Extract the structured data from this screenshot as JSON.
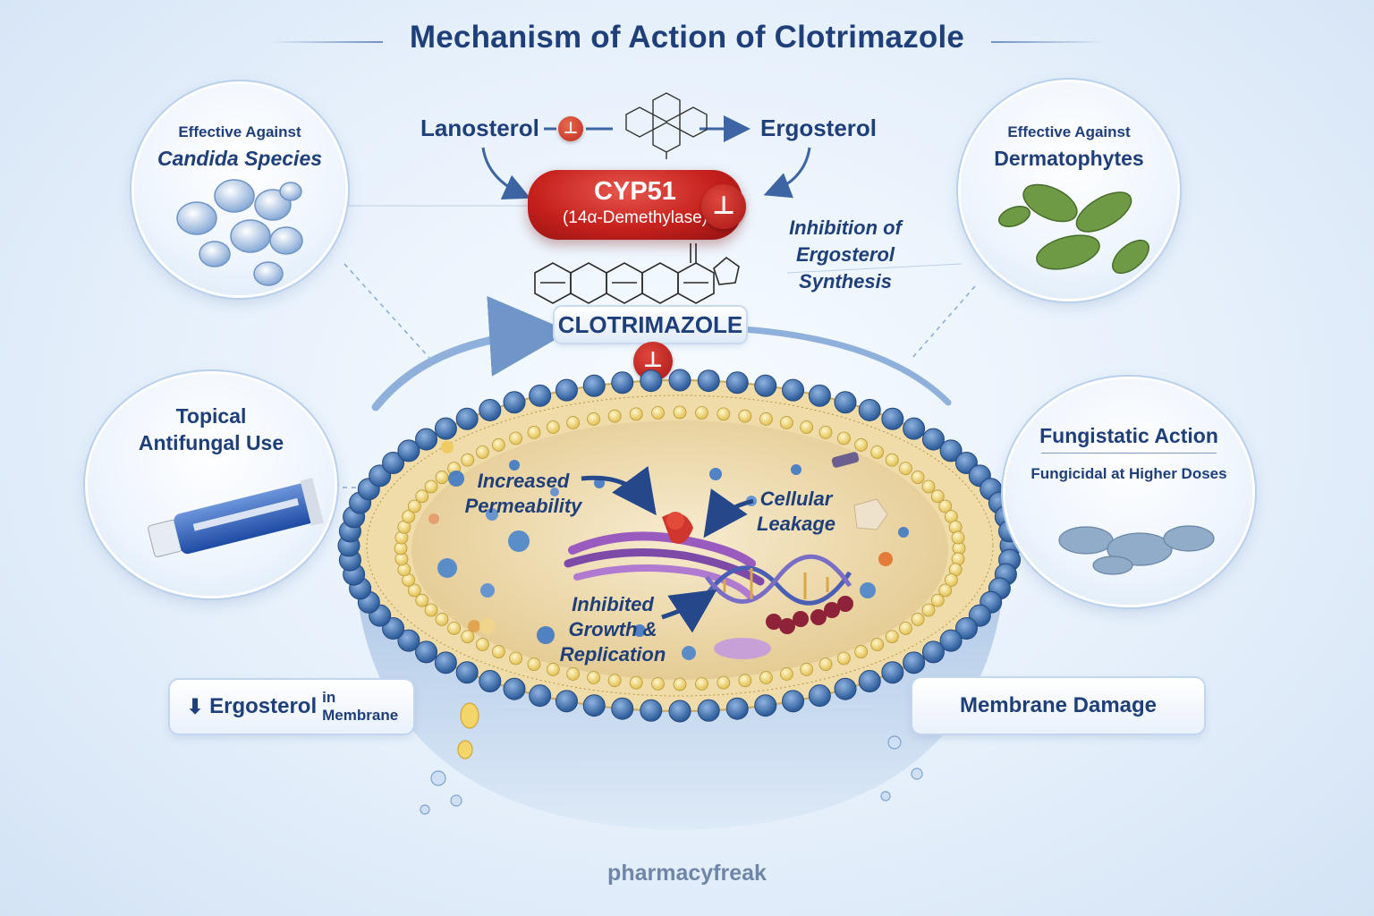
{
  "title": "Mechanism of Action of Clotrimazole",
  "pathway": {
    "substrate": "Lanosterol",
    "product": "Ergosterol",
    "inhibit_symbol": "⊥"
  },
  "enzyme": {
    "name": "CYP51",
    "subname": "(14α-Demethylase)"
  },
  "inhibition_label": {
    "line1": "Inhibition of",
    "line2": "Ergosterol Synthesis"
  },
  "drug": "CLOTRIMAZOLE",
  "circles": {
    "candida": {
      "line1": "Effective Against",
      "line2": "Candida Species"
    },
    "dermatophytes": {
      "line1": "Effective Against",
      "line2": "Dermatophytes"
    },
    "topical": {
      "line1": "Topical",
      "line2": "Antifungal Use"
    },
    "fungistatic": {
      "line1": "Fungistatic Action",
      "line2": "Fungicidal at Higher Doses"
    }
  },
  "cell_labels": {
    "permeability": {
      "line1": "Increased",
      "line2": "Permeability"
    },
    "leakage": {
      "line1": "Cellular",
      "line2": "Leakage"
    },
    "growth": {
      "line1": "Inhibited",
      "line2": "Growth &",
      "line3": "Replication"
    }
  },
  "bottom": {
    "left_arrow": "⬇",
    "left_bold": "Ergosterol",
    "left_small": "in Membrane",
    "right": "Membrane Damage"
  },
  "watermark": "pharmacyfreak",
  "colors": {
    "navy": "#1f3f7a",
    "enzyme_red": "#c5201c",
    "membrane_blue": "#3a6aa6",
    "cytoplasm": "#f1e2bf"
  }
}
